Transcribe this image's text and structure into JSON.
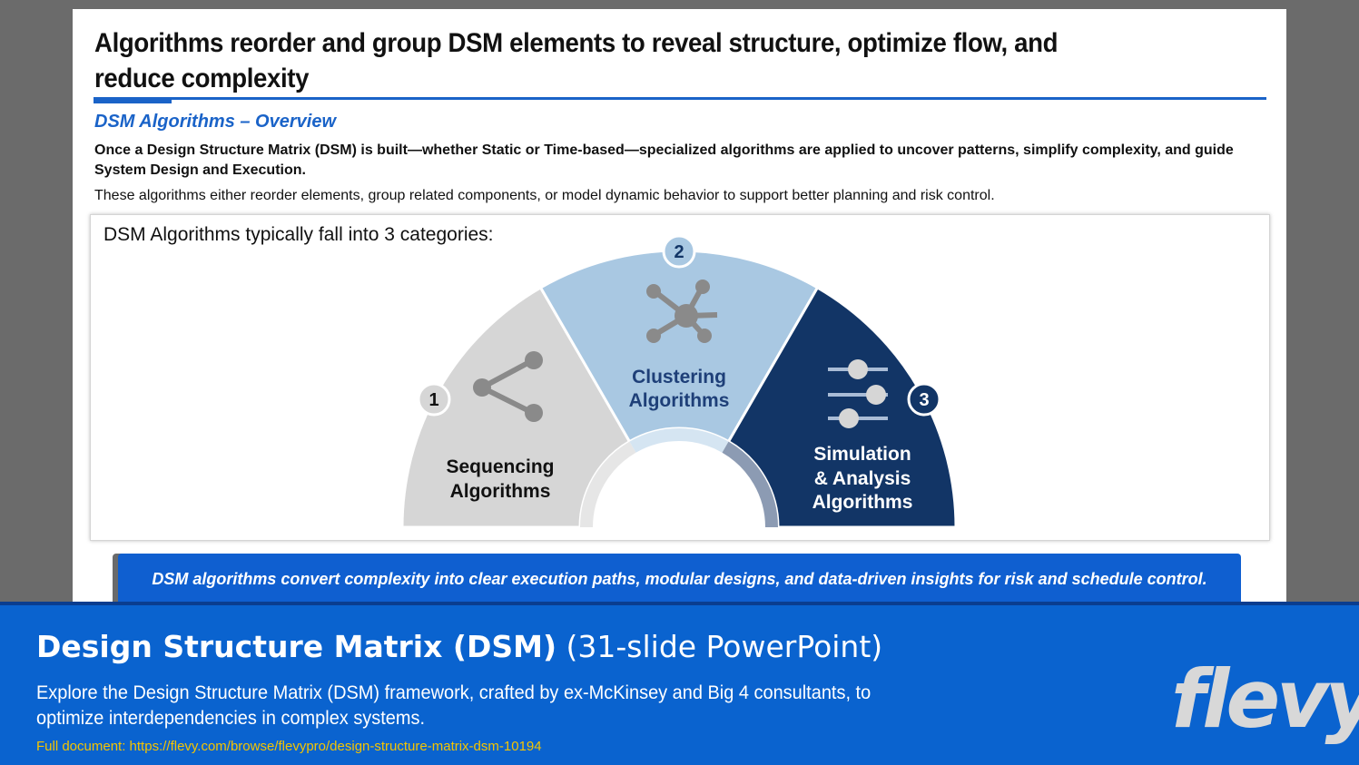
{
  "slide": {
    "title": "Algorithms reorder and group DSM elements to reveal structure, optimize flow, and reduce complexity",
    "section_heading": "DSM Algorithms – Overview",
    "intro_bold": "Once a Design Structure Matrix (DSM) is built—whether Static or Time-based—specialized algorithms are applied to uncover patterns, simplify complexity, and guide System Design and Execution.",
    "intro_plain": "These algorithms either reorder elements, group related components, or model dynamic behavior to support better planning and risk control.",
    "panel_caption": "DSM Algorithms typically fall into 3 categories:",
    "categories": [
      {
        "number": "1",
        "label_line1": "Sequencing",
        "label_line2": "Algorithms",
        "icon": "share-icon",
        "color": "#d6d6d6"
      },
      {
        "number": "2",
        "label_line1": "Clustering",
        "label_line2": "Algorithms",
        "icon": "network-hub-icon",
        "color": "#a9c8e2"
      },
      {
        "number": "3",
        "label_line1": "Simulation",
        "label_line2": "& Analysis",
        "label_line3": "Algorithms",
        "icon": "sliders-icon",
        "color": "#123566"
      }
    ],
    "callout": "DSM algorithms convert complexity into clear execution paths, modular designs, and data-driven insights for risk and schedule control."
  },
  "footer": {
    "title_bold": "Design Structure Matrix (DSM)",
    "title_light": "(31-slide PowerPoint)",
    "description": "Explore the Design Structure Matrix (DSM) framework, crafted by ex-McKinsey and Big 4 consultants, to optimize interdependencies in complex systems.",
    "link": "Full document: https://flevy.com/browse/flevypro/design-structure-matrix-dsm-10194",
    "logo": "flevy"
  }
}
